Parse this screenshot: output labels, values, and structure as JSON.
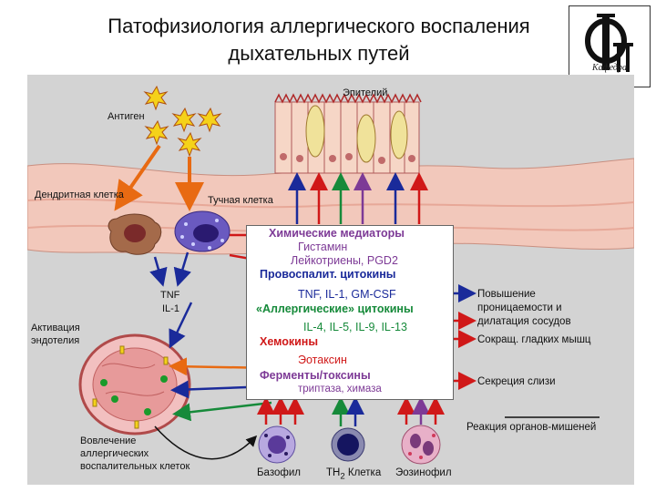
{
  "header": {
    "title_line1": "Патофизиология аллергического воспаления",
    "title_line2": "дыхательных путей"
  },
  "logo": {
    "caption": "Кафедра",
    "icon": "department-emblem-icon"
  },
  "labels": {
    "epithelium": "Эпителий",
    "antigen": "Антиген",
    "dendritic": "Дендритная клетка",
    "mast": "Тучная клетка",
    "tnf": "TNF",
    "il1": "IL-1",
    "endothelium_line1": "Активация",
    "endothelium_line2": "эндотелия",
    "involvement_line1": "Вовлечение",
    "involvement_line2": "аллергических",
    "involvement_line3": "воспалительных клеток"
  },
  "mediators": {
    "chem_title": "Химические медиаторы",
    "histamine": "Гистамин",
    "leuko": "Лейкотриены, PGD2",
    "procyto_title": "Провоспалит. цитокины",
    "procyto_list": "TNF, IL-1, GM-CSF",
    "allergic_title": "«Аллергические» цитокины",
    "allergic_list": "IL-4, IL-5, IL-9, IL-13",
    "chemokines_title": "Хемокины",
    "eotaxin": "Эотаксин",
    "enzymes_title": "Ферменты/токсины",
    "enzymes_list": "триптаза, химаза"
  },
  "effects": {
    "perm_line1": "Повышение",
    "perm_line2": "проницаемости и",
    "perm_line3": "дилатация сосудов",
    "smooth": "Сокращ. гладких мышц",
    "mucus": "Секреция слизи",
    "target": "Реакция органов-мишеней"
  },
  "cells": {
    "basophil": "Базофил",
    "th2_prefix": "TH",
    "th2_sub": "2",
    "th2_suffix": " Клетка",
    "eosinophil": "Эозинофил"
  },
  "colors": {
    "panel": "#d3d3d3",
    "tissue": "#f2c8bb",
    "red_arrow": "#d01818",
    "blue_arrow": "#1a2a9a",
    "green_arrow": "#168a3a",
    "purple_arrow": "#7d3a96",
    "orange_arrow": "#e86a12"
  }
}
